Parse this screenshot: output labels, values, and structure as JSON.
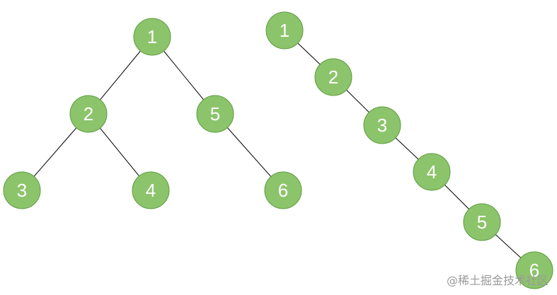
{
  "trees": [
    {
      "name": "binary-tree",
      "nodes": [
        {
          "id": "t1-n1",
          "label": "1"
        },
        {
          "id": "t1-n2",
          "label": "2"
        },
        {
          "id": "t1-n5",
          "label": "5"
        },
        {
          "id": "t1-n3",
          "label": "3"
        },
        {
          "id": "t1-n4",
          "label": "4"
        },
        {
          "id": "t1-n6",
          "label": "6"
        }
      ],
      "edges": [
        [
          "t1-n1",
          "t1-n2"
        ],
        [
          "t1-n1",
          "t1-n5"
        ],
        [
          "t1-n2",
          "t1-n3"
        ],
        [
          "t1-n2",
          "t1-n4"
        ],
        [
          "t1-n5",
          "t1-n6"
        ]
      ]
    },
    {
      "name": "flattened-list",
      "nodes": [
        {
          "id": "t2-n1",
          "label": "1"
        },
        {
          "id": "t2-n2",
          "label": "2"
        },
        {
          "id": "t2-n3",
          "label": "3"
        },
        {
          "id": "t2-n4",
          "label": "4"
        },
        {
          "id": "t2-n5",
          "label": "5"
        },
        {
          "id": "t2-n6",
          "label": "6"
        }
      ],
      "edges": [
        [
          "t2-n1",
          "t2-n2"
        ],
        [
          "t2-n2",
          "t2-n3"
        ],
        [
          "t2-n3",
          "t2-n4"
        ],
        [
          "t2-n4",
          "t2-n5"
        ],
        [
          "t2-n5",
          "t2-n6"
        ]
      ]
    }
  ],
  "colors": {
    "node_fill": "#8cc46b",
    "node_stroke": "#5d9c3f",
    "edge": "#000000",
    "label": "#ffffff"
  },
  "watermark": "@稀土掘金技术社区"
}
